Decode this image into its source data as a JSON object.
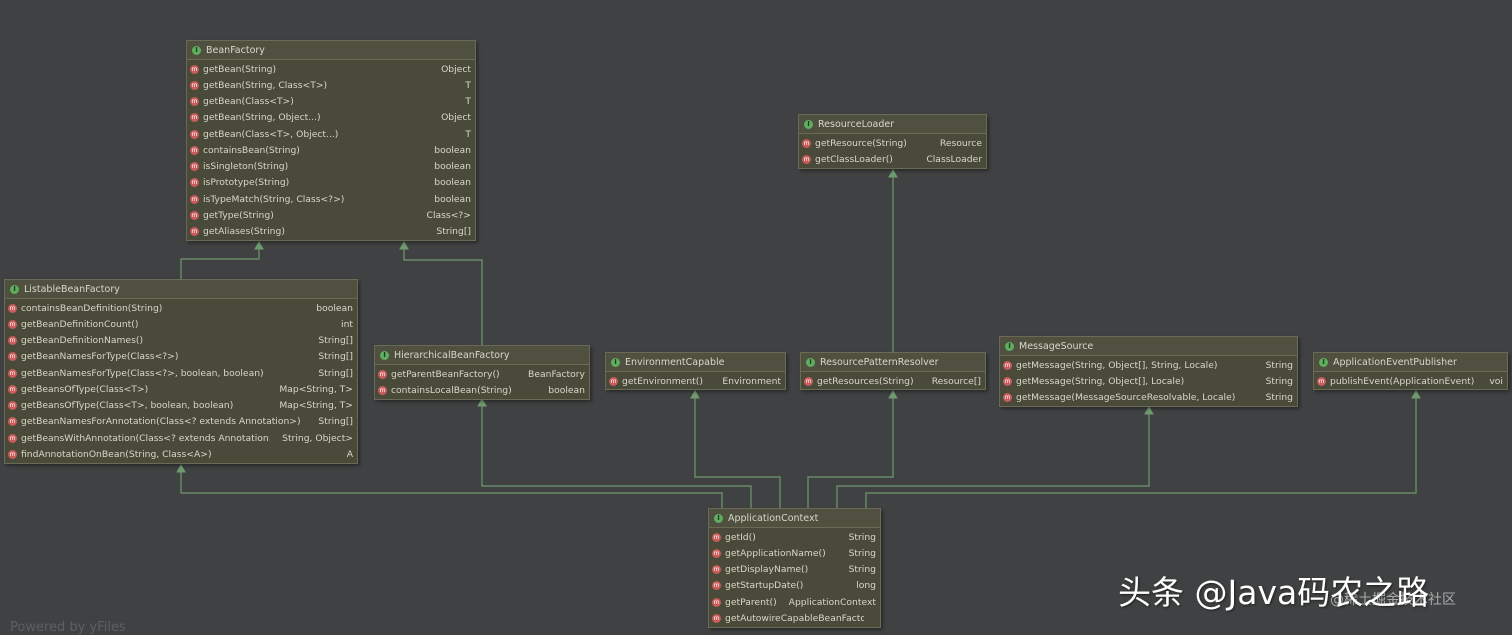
{
  "nodes": {
    "beanfactory": {
      "title": "BeanFactory",
      "methods": [
        {
          "name": "getBean(String)",
          "type": "Object"
        },
        {
          "name": "getBean(String, Class<T>)",
          "type": "T"
        },
        {
          "name": "getBean(Class<T>)",
          "type": "T"
        },
        {
          "name": "getBean(String, Object...)",
          "type": "Object"
        },
        {
          "name": "getBean(Class<T>, Object...)",
          "type": "T"
        },
        {
          "name": "containsBean(String)",
          "type": "boolean"
        },
        {
          "name": "isSingleton(String)",
          "type": "boolean"
        },
        {
          "name": "isPrototype(String)",
          "type": "boolean"
        },
        {
          "name": "isTypeMatch(String, Class<?>)",
          "type": "boolean"
        },
        {
          "name": "getType(String)",
          "type": "Class<?>"
        },
        {
          "name": "getAliases(String)",
          "type": "String[]"
        }
      ]
    },
    "listable": {
      "title": "ListableBeanFactory",
      "methods": [
        {
          "name": "containsBeanDefinition(String)",
          "type": "boolean"
        },
        {
          "name": "getBeanDefinitionCount()",
          "type": "int"
        },
        {
          "name": "getBeanDefinitionNames()",
          "type": "String[]"
        },
        {
          "name": "getBeanNamesForType(Class<?>)",
          "type": "String[]"
        },
        {
          "name": "getBeanNamesForType(Class<?>, boolean, boolean)",
          "type": "String[]"
        },
        {
          "name": "getBeansOfType(Class<T>)",
          "type": "Map<String, T>"
        },
        {
          "name": "getBeansOfType(Class<T>, boolean, boolean)",
          "type": "Map<String, T>"
        },
        {
          "name": "getBeanNamesForAnnotation(Class<? extends Annotation>)",
          "type": "String[]"
        },
        {
          "name": "getBeansWithAnnotation(Class<? extends Annotation>)",
          "type": "String, Object>"
        },
        {
          "name": "findAnnotationOnBean(String, Class<A>)",
          "type": "A"
        }
      ]
    },
    "hierarchical": {
      "title": "HierarchicalBeanFactory",
      "methods": [
        {
          "name": "getParentBeanFactory()",
          "type": "BeanFactory"
        },
        {
          "name": "containsLocalBean(String)",
          "type": "boolean"
        }
      ]
    },
    "environment": {
      "title": "EnvironmentCapable",
      "methods": [
        {
          "name": "getEnvironment()",
          "type": "Environment"
        }
      ]
    },
    "resourceloader": {
      "title": "ResourceLoader",
      "methods": [
        {
          "name": "getResource(String)",
          "type": "Resource"
        },
        {
          "name": "getClassLoader()",
          "type": "ClassLoader"
        }
      ]
    },
    "resolver": {
      "title": "ResourcePatternResolver",
      "methods": [
        {
          "name": "getResources(String)",
          "type": "Resource[]"
        }
      ]
    },
    "messagesource": {
      "title": "MessageSource",
      "methods": [
        {
          "name": "getMessage(String, Object[], String, Locale)",
          "type": "String"
        },
        {
          "name": "getMessage(String, Object[], Locale)",
          "type": "String"
        },
        {
          "name": "getMessage(MessageSourceResolvable, Locale)",
          "type": "String"
        }
      ]
    },
    "publisher": {
      "title": "ApplicationEventPublisher",
      "methods": [
        {
          "name": "publishEvent(ApplicationEvent)",
          "type": "voi"
        }
      ]
    },
    "appcontext": {
      "title": "ApplicationContext",
      "methods": [
        {
          "name": "getId()",
          "type": "String"
        },
        {
          "name": "getApplicationName()",
          "type": "String"
        },
        {
          "name": "getDisplayName()",
          "type": "String"
        },
        {
          "name": "getStartupDate()",
          "type": "long"
        },
        {
          "name": "getParent()",
          "type": "ApplicationContext"
        },
        {
          "name": "getAutowireCapableBeanFactory()",
          "type": ""
        }
      ]
    }
  },
  "icons": {
    "interface": "I",
    "method": "m"
  },
  "colors": {
    "background": "#3f4142",
    "node": "#4a4a3b",
    "edge": "#6f9a6f",
    "interface_icon": "#5fae5f",
    "method_icon": "#c95b5b"
  },
  "watermark": "头条 @Java码农之路",
  "watermark_sub": "@稀土掘金技术社区",
  "footer": "Powered by yFiles"
}
